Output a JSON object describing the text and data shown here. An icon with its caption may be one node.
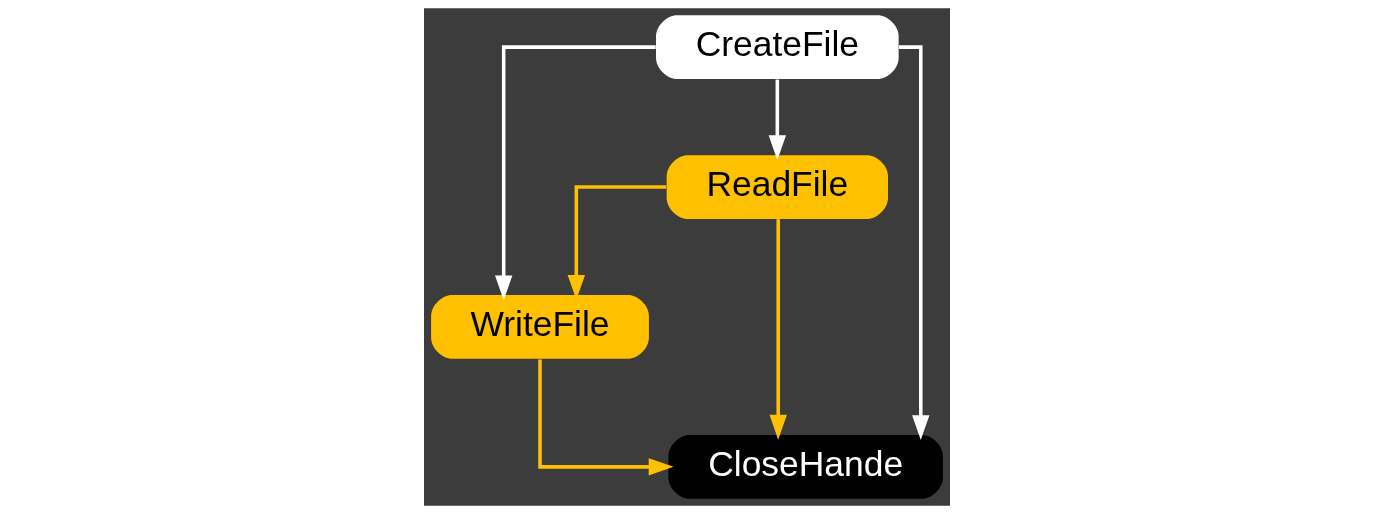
{
  "diagram": {
    "nodes": [
      {
        "text": [
          "CreateFile"
        ]
      },
      {
        "text": [
          "ReadFile"
        ]
      },
      {
        "text": [
          "WriteFile"
        ]
      },
      {
        "text": [
          "CloseHande"
        ]
      }
    ],
    "edges": [
      {
        "from": 0,
        "to": 1,
        "arrow": "to"
      },
      {
        "from": 1,
        "to": 2,
        "arrow": "to",
        "color": "#ffc000"
      },
      {
        "from": 0,
        "to": 2,
        "arrow": "to"
      },
      {
        "from": 2,
        "to": 3,
        "arrow": "to",
        "color": "#ffc000"
      },
      {
        "from": 0,
        "to": 3,
        "arrow": "to"
      },
      {
        "from": 1,
        "to": 3,
        "arrow": "to",
        "color": "#ffc000"
      }
    ]
  }
}
